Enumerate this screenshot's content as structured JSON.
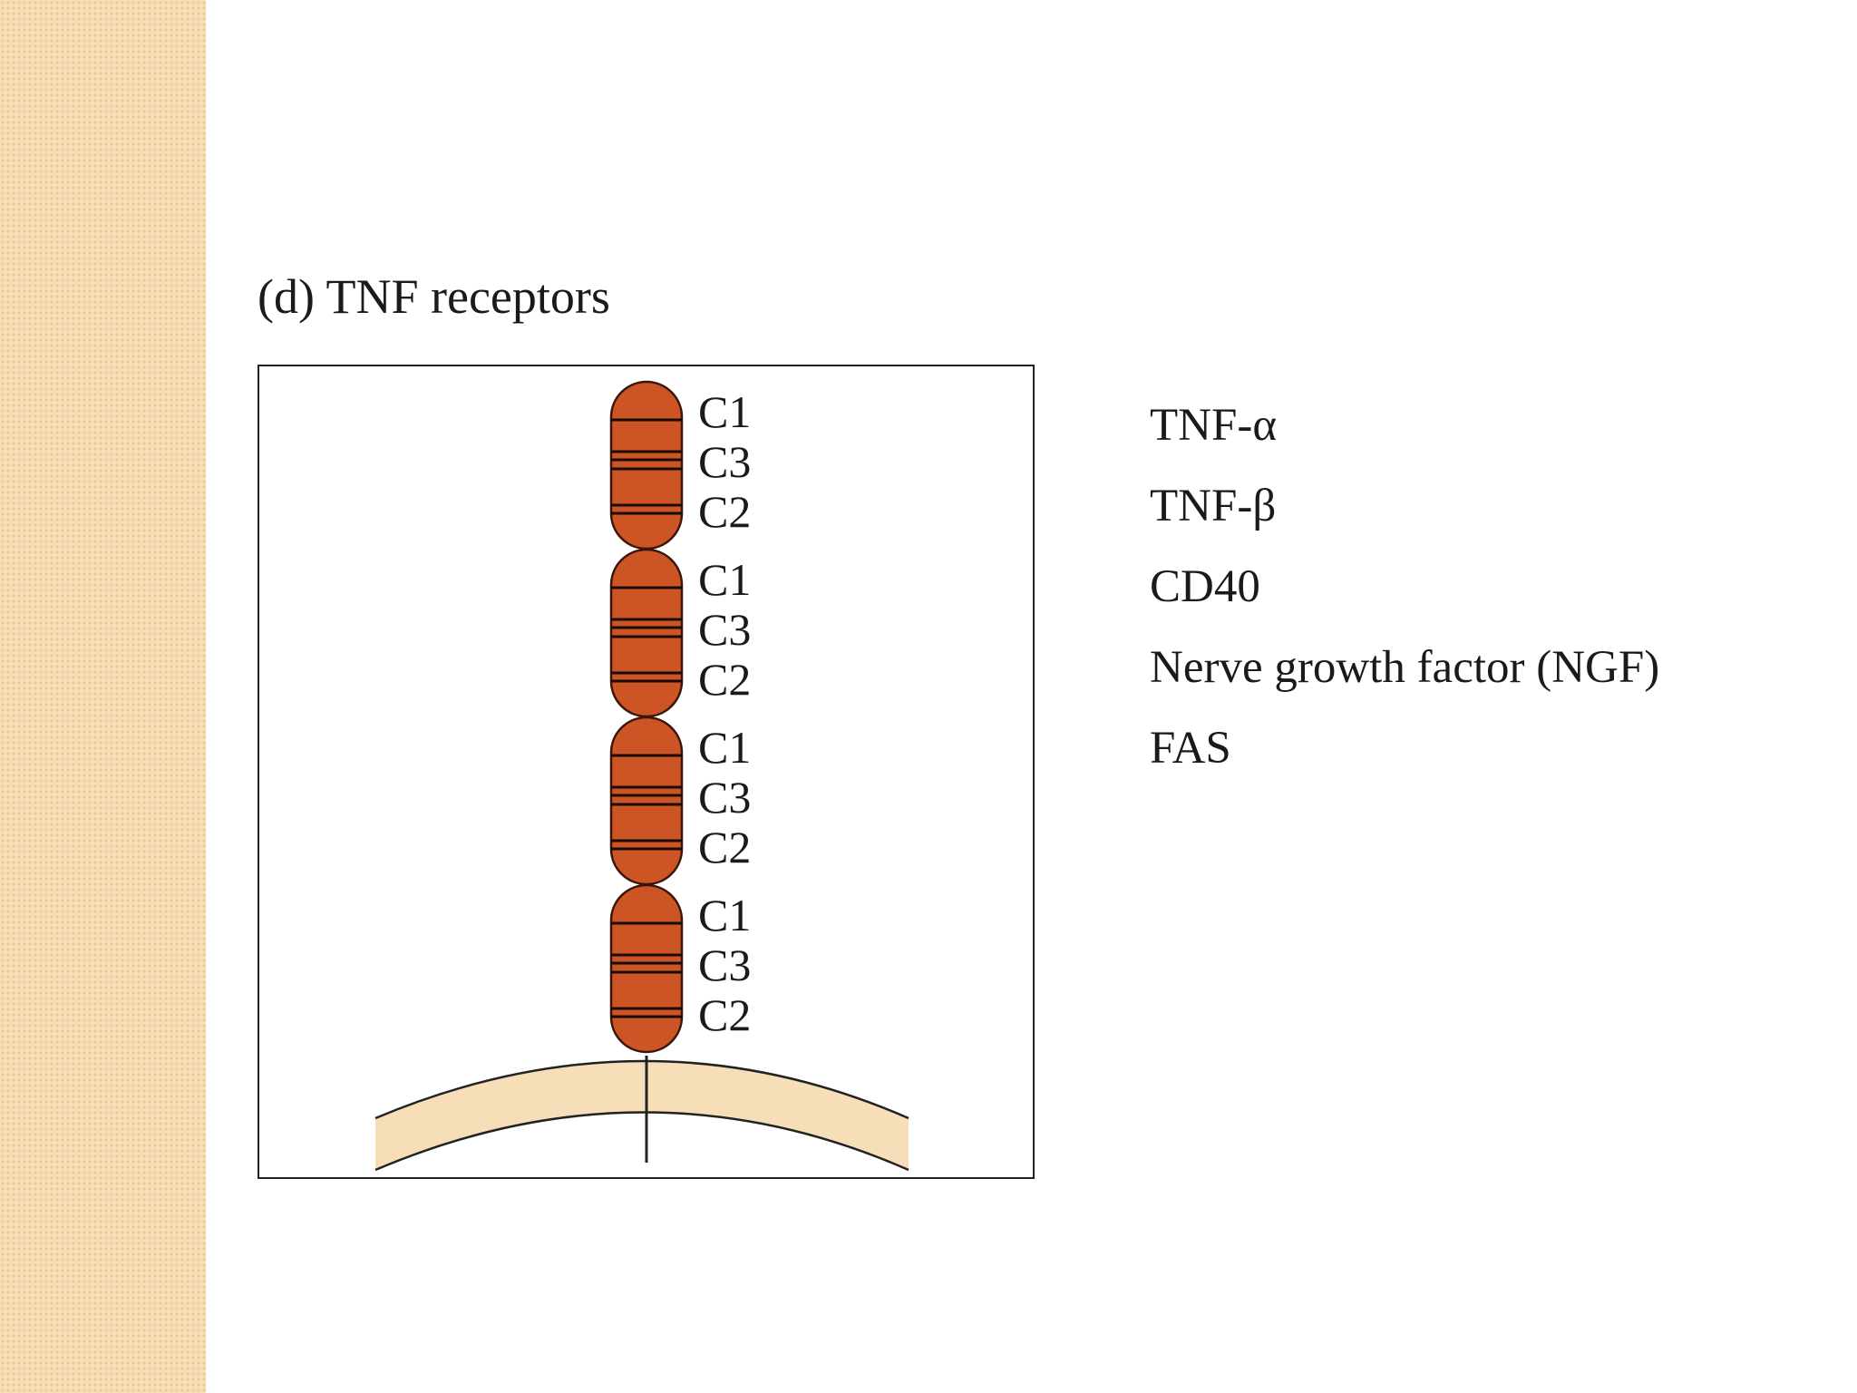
{
  "title": "(d) TNF receptors",
  "receptor": {
    "domains": [
      {
        "labels": [
          "C1",
          "C3",
          "C2"
        ]
      },
      {
        "labels": [
          "C1",
          "C3",
          "C2"
        ]
      },
      {
        "labels": [
          "C1",
          "C3",
          "C2"
        ]
      },
      {
        "labels": [
          "C1",
          "C3",
          "C2"
        ]
      }
    ]
  },
  "ligands": [
    "TNF-α",
    "TNF-β",
    "CD40",
    "Nerve growth factor (NGF)",
    "FAS"
  ],
  "colors": {
    "domain_fill": "#cd5424",
    "domain_stroke": "#3a1608",
    "membrane_fill": "#f6dfb8",
    "side_strip": "#f6dfb8"
  }
}
